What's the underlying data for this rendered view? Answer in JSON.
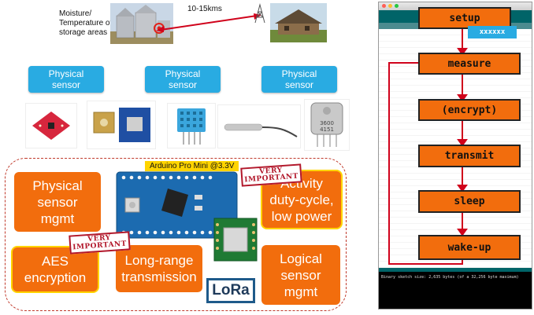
{
  "top": {
    "caption_lines": [
      "Moisture/",
      "Temperature of",
      "storage areas"
    ],
    "distance_label": "10-15kms"
  },
  "sensors": {
    "labels": [
      "Physical\nsensor",
      "Physical\nsensor",
      "Physical\nsensor"
    ],
    "gas_sensor_print": [
      "3600",
      "4151"
    ]
  },
  "board": {
    "title": "Arduino Pro Mini @3.3V",
    "stamp_text": [
      "VERY",
      "IMPORTANT"
    ]
  },
  "tasks": {
    "physical_mgmt": [
      "Physical",
      "sensor",
      "mgmt"
    ],
    "activity": [
      "Activity",
      "duty-cycle,",
      "low power"
    ],
    "aes": [
      "AES",
      "encryption"
    ],
    "long_range": [
      "Long-range",
      "transmission"
    ],
    "logical": [
      "Logical",
      "sensor",
      "mgmt"
    ],
    "lora_logo": "LoRa"
  },
  "flow": {
    "steps": [
      "setup",
      "measure",
      "(encrypt)",
      "transmit",
      "sleep",
      "wake-up"
    ],
    "badge": "xxxxxx",
    "ide_status": "Binary sketch size: 2,635 bytes (of a 32,256 byte maximum)"
  },
  "colors": {
    "orange": "#f26d0d",
    "blue": "#29abe2",
    "red": "#d0021b",
    "gold": "#ffd400"
  }
}
